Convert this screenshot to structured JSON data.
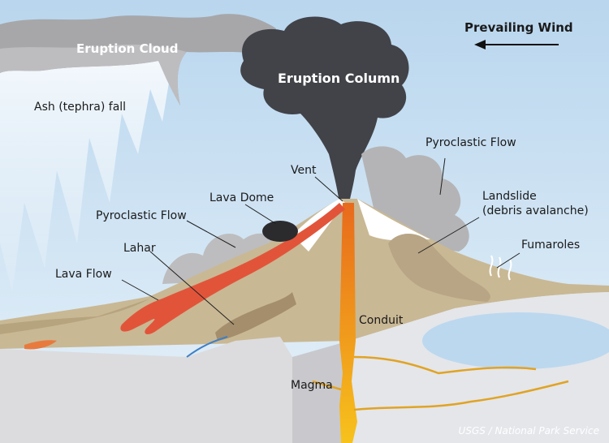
{
  "labels": {
    "prevailing_wind": "Prevailing Wind",
    "eruption_cloud": "Eruption Cloud",
    "eruption_column": "Eruption Column",
    "ash_fall": "Ash (tephra) fall",
    "pyroclastic_flow_right": "Pyroclastic Flow",
    "vent": "Vent",
    "lava_dome": "Lava Dome",
    "landslide_line1": "Landslide",
    "landslide_line2": "(debris avalanche)",
    "pyroclastic_flow_left": "Pyroclastic Flow",
    "fumaroles": "Fumaroles",
    "lahar": "Lahar",
    "lava_flow": "Lava Flow",
    "conduit": "Conduit",
    "magma": "Magma"
  },
  "credit": "USGS / National Park Service",
  "colors": {
    "sky": "#cfe4f3",
    "ash_cloud": "#a3a3a3",
    "eruption_column": "#3f4147",
    "ground": "#c9b894",
    "cross_section": "#d9d9dc",
    "magma": "#f2a21c",
    "lava": "#e2543a",
    "snow": "#ffffff",
    "water": "#bcd8ef"
  }
}
